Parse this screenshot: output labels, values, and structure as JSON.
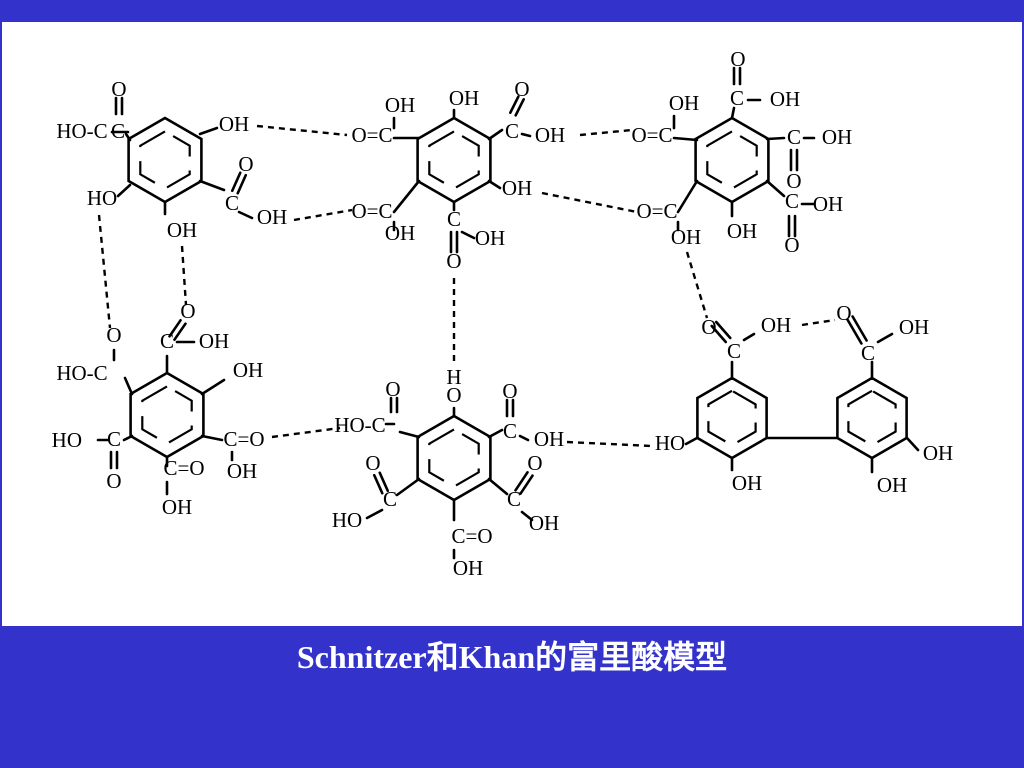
{
  "caption": "Schnitzer和Khan的富里酸模型",
  "atom_labels": {
    "hydroxyl": "OH",
    "hydroxyl_left": "HO",
    "oxygen": "O",
    "hydrogen": "H",
    "carbon": "C",
    "carboxyl_left": "HO-C",
    "carbonyl_eq": "C=O",
    "carbonyl_eq_rev": "O=C"
  },
  "colors": {
    "slide_background": "#3333cc",
    "figure_background": "#ffffff",
    "caption_text": "#ffffff",
    "structure_ink": "#000000"
  }
}
